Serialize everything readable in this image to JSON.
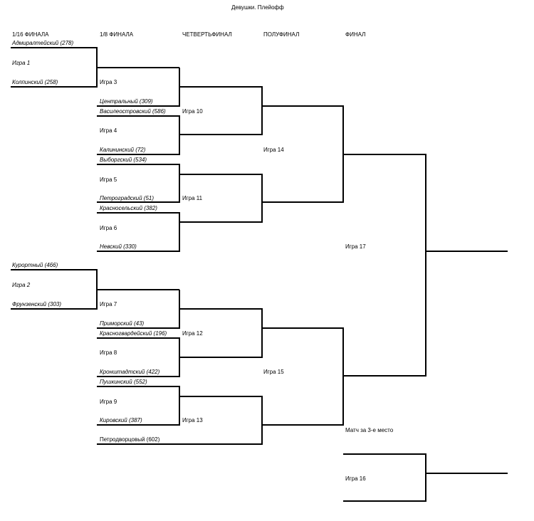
{
  "title": "Девушки. Плейофф",
  "rounds": [
    "1/16 ФИНАЛА",
    "1/8 ФИНАЛА",
    "ЧЕТВЕРТЬФИНАЛ",
    "ПОЛУФИНАЛ",
    "ФИНАЛ"
  ],
  "r16": {
    "g1": {
      "label": "Игра 1",
      "top": "Адмиралтейский (278)",
      "bottom": "Колпинский (258)"
    },
    "g2": {
      "label": "Игра 2",
      "top": "Курортный (466)",
      "bottom": "Фрунзенский (303)"
    }
  },
  "r8": {
    "g3": {
      "label": "Игра 3",
      "bottom": "Центральный (309)"
    },
    "g4": {
      "label": "Игра 4",
      "top": "Василеостровский (586)",
      "bottom": "Калининский (72)"
    },
    "g5": {
      "label": "Игра 5",
      "top": "Выборгский (534)",
      "bottom": "Петроградский (51)"
    },
    "g6": {
      "label": "Игра 6",
      "top": "Красносельский (382)",
      "bottom": "Невский (330)"
    },
    "g7": {
      "label": "Игра 7",
      "bottom": "Приморский (43)"
    },
    "g8": {
      "label": "Игра 8",
      "top": "Красногвардейский (196)",
      "bottom": "Кронштадтский (422)"
    },
    "g9": {
      "label": "Игра 9",
      "top": "Пушкинский (552)",
      "bottom": "Кировский (387)"
    },
    "bye": "Петродворцовый (602)"
  },
  "qf": {
    "g10": "Игра 10",
    "g11": "Игра 11",
    "g12": "Игра 12",
    "g13": "Игра 13"
  },
  "sf": {
    "g14": "Игра 14",
    "g15": "Игра 15"
  },
  "final": {
    "g17": "Игра 17",
    "third_place_title": "Матч за 3-е место",
    "g16": "Игра 16"
  }
}
